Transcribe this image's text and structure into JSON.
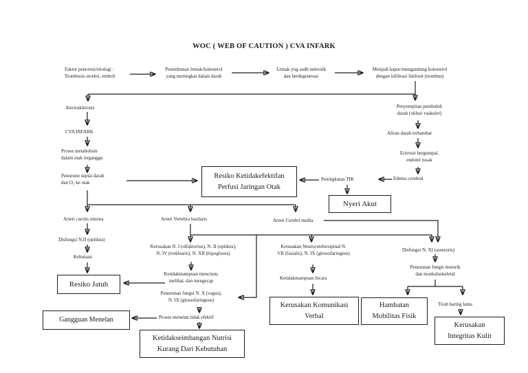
{
  "title": "WOC ( WEB OF CAUTION ) CVA INFARK",
  "colors": {
    "ink": "#1b1b1b",
    "background": "#ffffff"
  },
  "nodes": {
    "etiologi": {
      "label": "Faktor pencetus/etiologi :\nTrombosis serebri, emboli"
    },
    "penimbunan": {
      "label": "Penimbunan lemak/kolesterol\nyang meningkat dalam darah"
    },
    "lemak_nekrotik": {
      "label": "Lemak yng sudh nekrotik\ndan berdegenerasi"
    },
    "menjadi_kapur": {
      "label": "Menjadi kapur/mengandung kolesterol\ndengan infiltrasi limfosit (trombus)"
    },
    "aterosklerosis": {
      "label": "Ateriosklerosis"
    },
    "cva_infark": {
      "label": "CVA INFARK"
    },
    "proses_metabolism": {
      "label": "Proses metabolism\ndalam otak terganggu"
    },
    "penurunan_suplai": {
      "label": "Penurunn suplai darah\ndan O₂ ke otak"
    },
    "resiko_perfusi": {
      "label": "Resiko Ketidakefektifan\nPerfusi Jaringan Otak"
    },
    "peningkatan_tik": {
      "label": "Peningkatan TIK"
    },
    "edema_cerebral": {
      "label": "Edema cerebral"
    },
    "nyeri_akut": {
      "label": "Nyeri Akut"
    },
    "penyempitan": {
      "label": "Penyempitan pembuluh\ndarah (oklusi vaskuler)"
    },
    "aliran_terhambat": {
      "label": "Aliran darah terhambat"
    },
    "eritrosit": {
      "label": "Eritrosit bergumpal,\nendotel rusak"
    },
    "arteri_carotis": {
      "label": "Arteri carotis interna"
    },
    "arteri_vertebra": {
      "label": "Arteri Vertebra basilaris"
    },
    "arteri_cerebri": {
      "label": "Arteri Cerebri media"
    },
    "disfungsi_n2": {
      "label": "Disfungsi N.II (optikus)"
    },
    "kebutaan": {
      "label": "Kebutaan"
    },
    "resiko_jatuh": {
      "label": "Resiko Jatuh"
    },
    "kerusakan_saraf": {
      "label": "Kerusakan N. I (olfaktorius), N. II (optikus),\nN. IV (troklearis), N. XII (hipoglosus)"
    },
    "ketidakmampuan_mencium": {
      "label": "Ketidakmampuan mencium,\nmelihat, dan mengecap"
    },
    "penurunan_vagus": {
      "label": "Penurunan fungsi N. X (vagus),\nN. IX (glossofaringeus)"
    },
    "proses_menelan": {
      "label": "Proses menelan tidak efektif"
    },
    "gangguan_menelan": {
      "label": "Gangguan Menelan"
    },
    "ketidakseimbangan_nutrisi": {
      "label": "Ketidakseimbangan Nutrisi\nKurang Dari Kebutuhan"
    },
    "kerusakan_neuro": {
      "label": "Kerusakan Neurocerebrospinal N.\nVII (fasialis), N. IX (glossofaringeus)"
    },
    "ketidakmampuan_bicara": {
      "label": "Ketidakmampuan bicara"
    },
    "kerusakan_komunikasi": {
      "label": "Kerusakan Komunikasi\nVerbal"
    },
    "disfungsi_n11": {
      "label": "Disfungsi N. XI (assesoris)"
    },
    "penurunan_motorik": {
      "label": "Penurunan fungsi motorik\ndan muskuluskeletal"
    },
    "hambatan_mobilitas": {
      "label": "Hambatan\nMobilitas Fisik"
    },
    "tirah_baring": {
      "label": "Tirah baring lama"
    },
    "kerusakan_integritas": {
      "label": "Kerusakan\nIntegritas Kulit"
    }
  }
}
